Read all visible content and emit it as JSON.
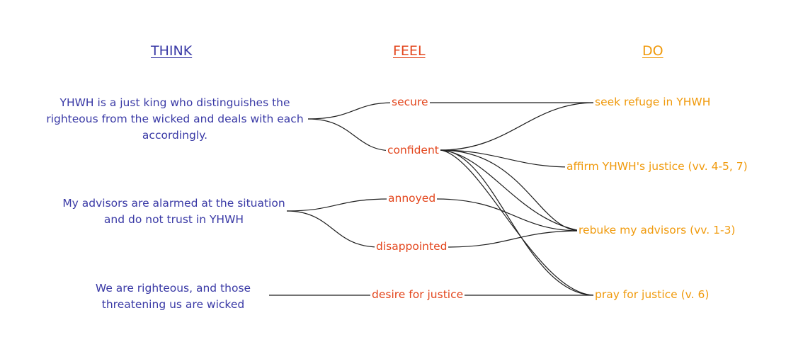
{
  "colors": {
    "think": "#3a3aa6",
    "feel": "#e3461d",
    "do": "#f09a0c",
    "line": "#1f1f1f"
  },
  "headings": {
    "think": "THINK",
    "feel": "FEEL",
    "do": "DO"
  },
  "think": {
    "just_king": "YHWH is a just king who distinguishes the righteous from the wicked and deals with each accordingly.",
    "advisors": "My advisors are alarmed at the situation and do not trust in YHWH",
    "righteous": "We are righteous, and those threatening us are wicked"
  },
  "feel": {
    "secure": "secure",
    "confident": "confident",
    "annoyed": "annoyed",
    "disappointed": "disappointed",
    "desire": "desire for justice"
  },
  "do": {
    "refuge": "seek refuge in YHWH",
    "affirm": "affirm YHWH's justice (vv. 4-5, 7)",
    "rebuke": "rebuke my advisors (vv. 1-3)",
    "pray": "pray for justice (v. 6)"
  }
}
